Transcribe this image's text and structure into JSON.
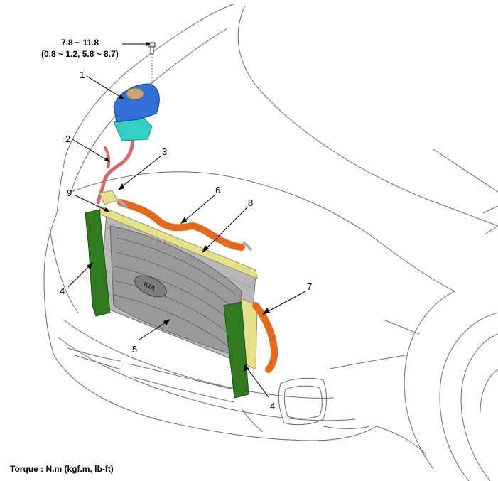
{
  "torque_spec": {
    "line1": "7.8 ~ 11.8",
    "line2": "(0.8 ~ 1.2, 5.8 ~ 8.7)"
  },
  "callouts": {
    "c1": "1",
    "c2": "2",
    "c3": "3",
    "c4a": "4",
    "c4b": "4",
    "c5": "5",
    "c6": "6",
    "c7": "7",
    "c8": "8",
    "c9": "9"
  },
  "footnote": "Torque : N.m (kgf.m, lb-ft)",
  "colors": {
    "reservoir": "#2f6fd6",
    "reservoir_base": "#35d0c4",
    "reservoir_cap": "#c9a37a",
    "hose_small": "#d46a6a",
    "hose_large": "#e2691d",
    "radiator": "#b8b8b8",
    "air_guard": "#2f7a1f",
    "tank": "#e6e08a"
  }
}
